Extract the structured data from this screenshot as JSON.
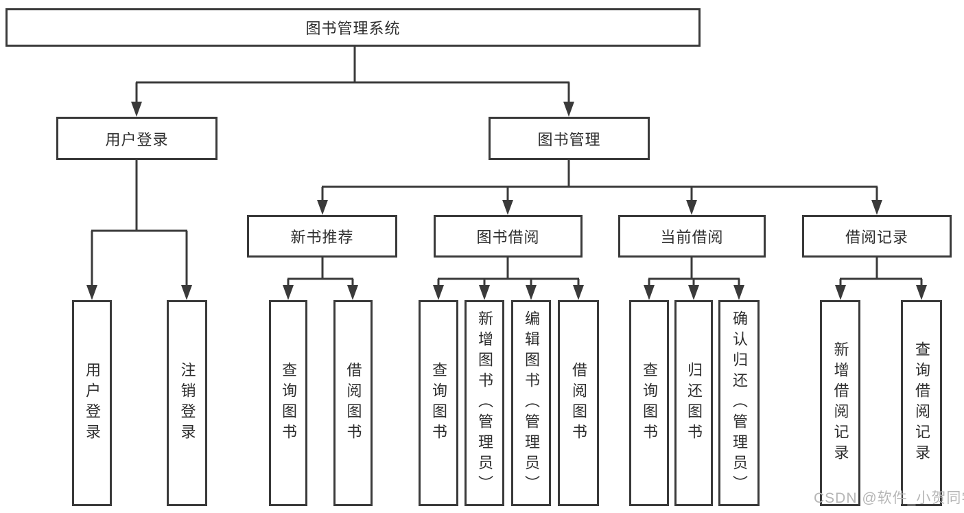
{
  "tree": {
    "root": {
      "label": "图书管理系统"
    },
    "branches": [
      {
        "label": "用户登录",
        "children": [
          {
            "label": "用户登录"
          },
          {
            "label": "注销登录"
          }
        ]
      },
      {
        "label": "图书管理",
        "children": [
          {
            "label": "新书推荐",
            "children": [
              {
                "label": "查询图书"
              },
              {
                "label": "借阅图书"
              }
            ]
          },
          {
            "label": "图书借阅",
            "children": [
              {
                "label": "查询图书"
              },
              {
                "label": "新增图书（管理员）"
              },
              {
                "label": "编辑图书（管理员）"
              },
              {
                "label": "借阅图书"
              }
            ]
          },
          {
            "label": "当前借阅",
            "children": [
              {
                "label": "查询图书"
              },
              {
                "label": "归还图书"
              },
              {
                "label": "确认归还（管理员）"
              }
            ]
          },
          {
            "label": "借阅记录",
            "children": [
              {
                "label": "新增借阅记录"
              },
              {
                "label": "查询借阅记录"
              }
            ]
          }
        ]
      }
    ]
  },
  "watermark": {
    "text": "CSDN @软件_小贺同学"
  },
  "colors": {
    "line": "#3a3a3a",
    "box_border": "#3a3a3a",
    "text": "#2e2e2e",
    "watermark": "#b6b6b6",
    "background": "#ffffff"
  }
}
